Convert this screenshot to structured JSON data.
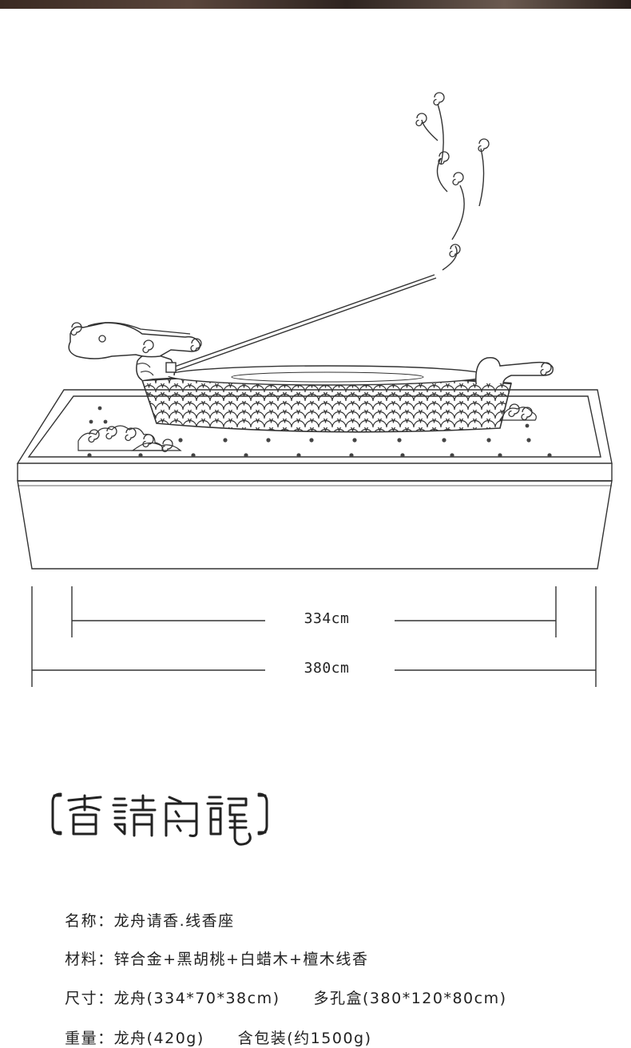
{
  "dimensions": {
    "inner": "334cm",
    "outer": "380cm"
  },
  "title_seal": {
    "text": "龙舟请香",
    "style": "seal-script"
  },
  "specs": [
    {
      "key": "名称：",
      "value": "龙舟请香.线香座"
    },
    {
      "key": "材料：",
      "value": "锌合金+黑胡桃+白蜡木+檀木线香"
    },
    {
      "key": "尺寸：",
      "value": "龙舟(334*70*38cm)",
      "value2": "多孔盒(380*120*80cm)"
    },
    {
      "key": "重量：",
      "value": "龙舟(420g)",
      "value2": "含包装(约1500g)"
    }
  ],
  "colors": {
    "line": "#333333",
    "text": "#222222",
    "background": "#ffffff"
  }
}
